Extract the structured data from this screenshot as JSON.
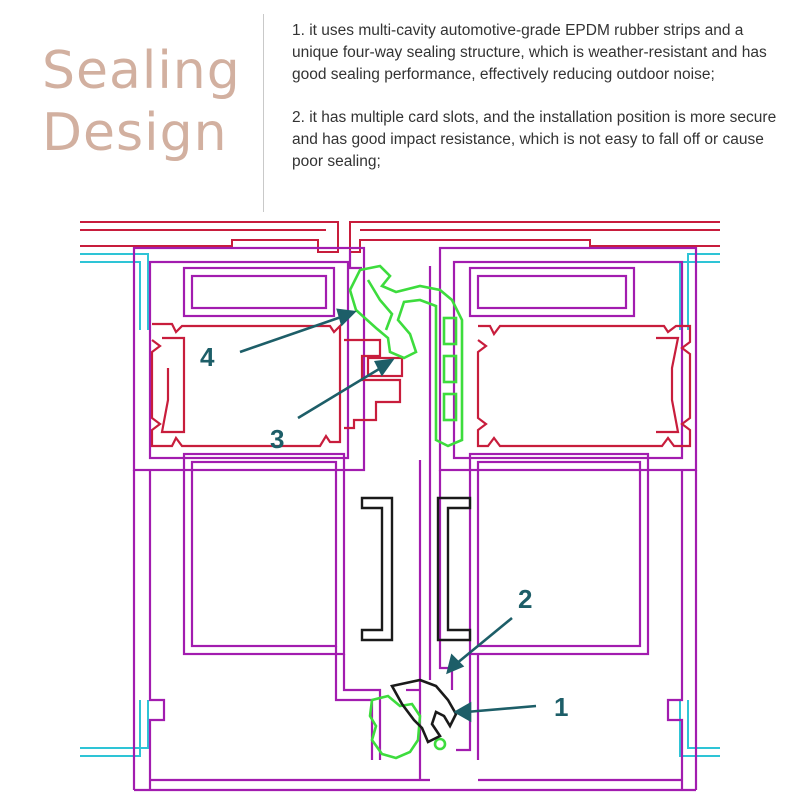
{
  "heading": {
    "line1": "Sealing",
    "line2": "Design"
  },
  "points": [
    "1. it uses multi-cavity automotive-grade EPDM rubber strips and a unique four-way sealing structure, which is weather-resistant and has good sealing performance, effectively reducing outdoor noise;",
    "2. it has multiple card slots, and the installation position is more secure and has good impact resistance, which is not easy to fall off or cause poor sealing;"
  ],
  "callouts": {
    "one": "1",
    "two": "2",
    "three": "3",
    "four": "4"
  },
  "colors": {
    "heading": "#d2b0a0",
    "profile": "#a21caf",
    "frame_red": "#c81d3c",
    "glass": "#2ec4d6",
    "seal_green": "#3ddc3d",
    "seal_black": "#1a1a1a",
    "callout": "#1d5e68"
  }
}
